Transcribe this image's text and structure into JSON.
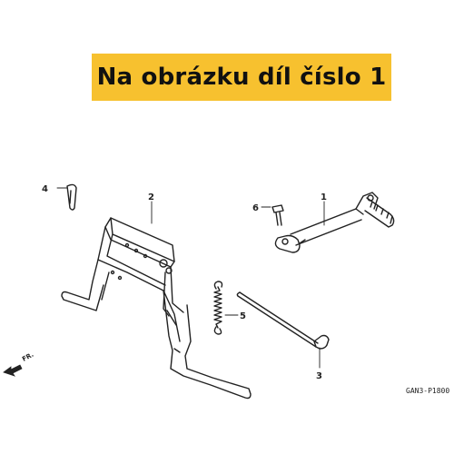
{
  "banner": {
    "text": "Na obrázku díl číslo 1"
  },
  "callouts": {
    "c1": "1",
    "c2": "2",
    "c3": "3",
    "c4": "4",
    "c5": "5",
    "c6": "6"
  },
  "direction_label": "FR.",
  "diagram_code": "GAN3-P1800",
  "colors": {
    "banner": "#f7c12f",
    "line": "#222222"
  }
}
